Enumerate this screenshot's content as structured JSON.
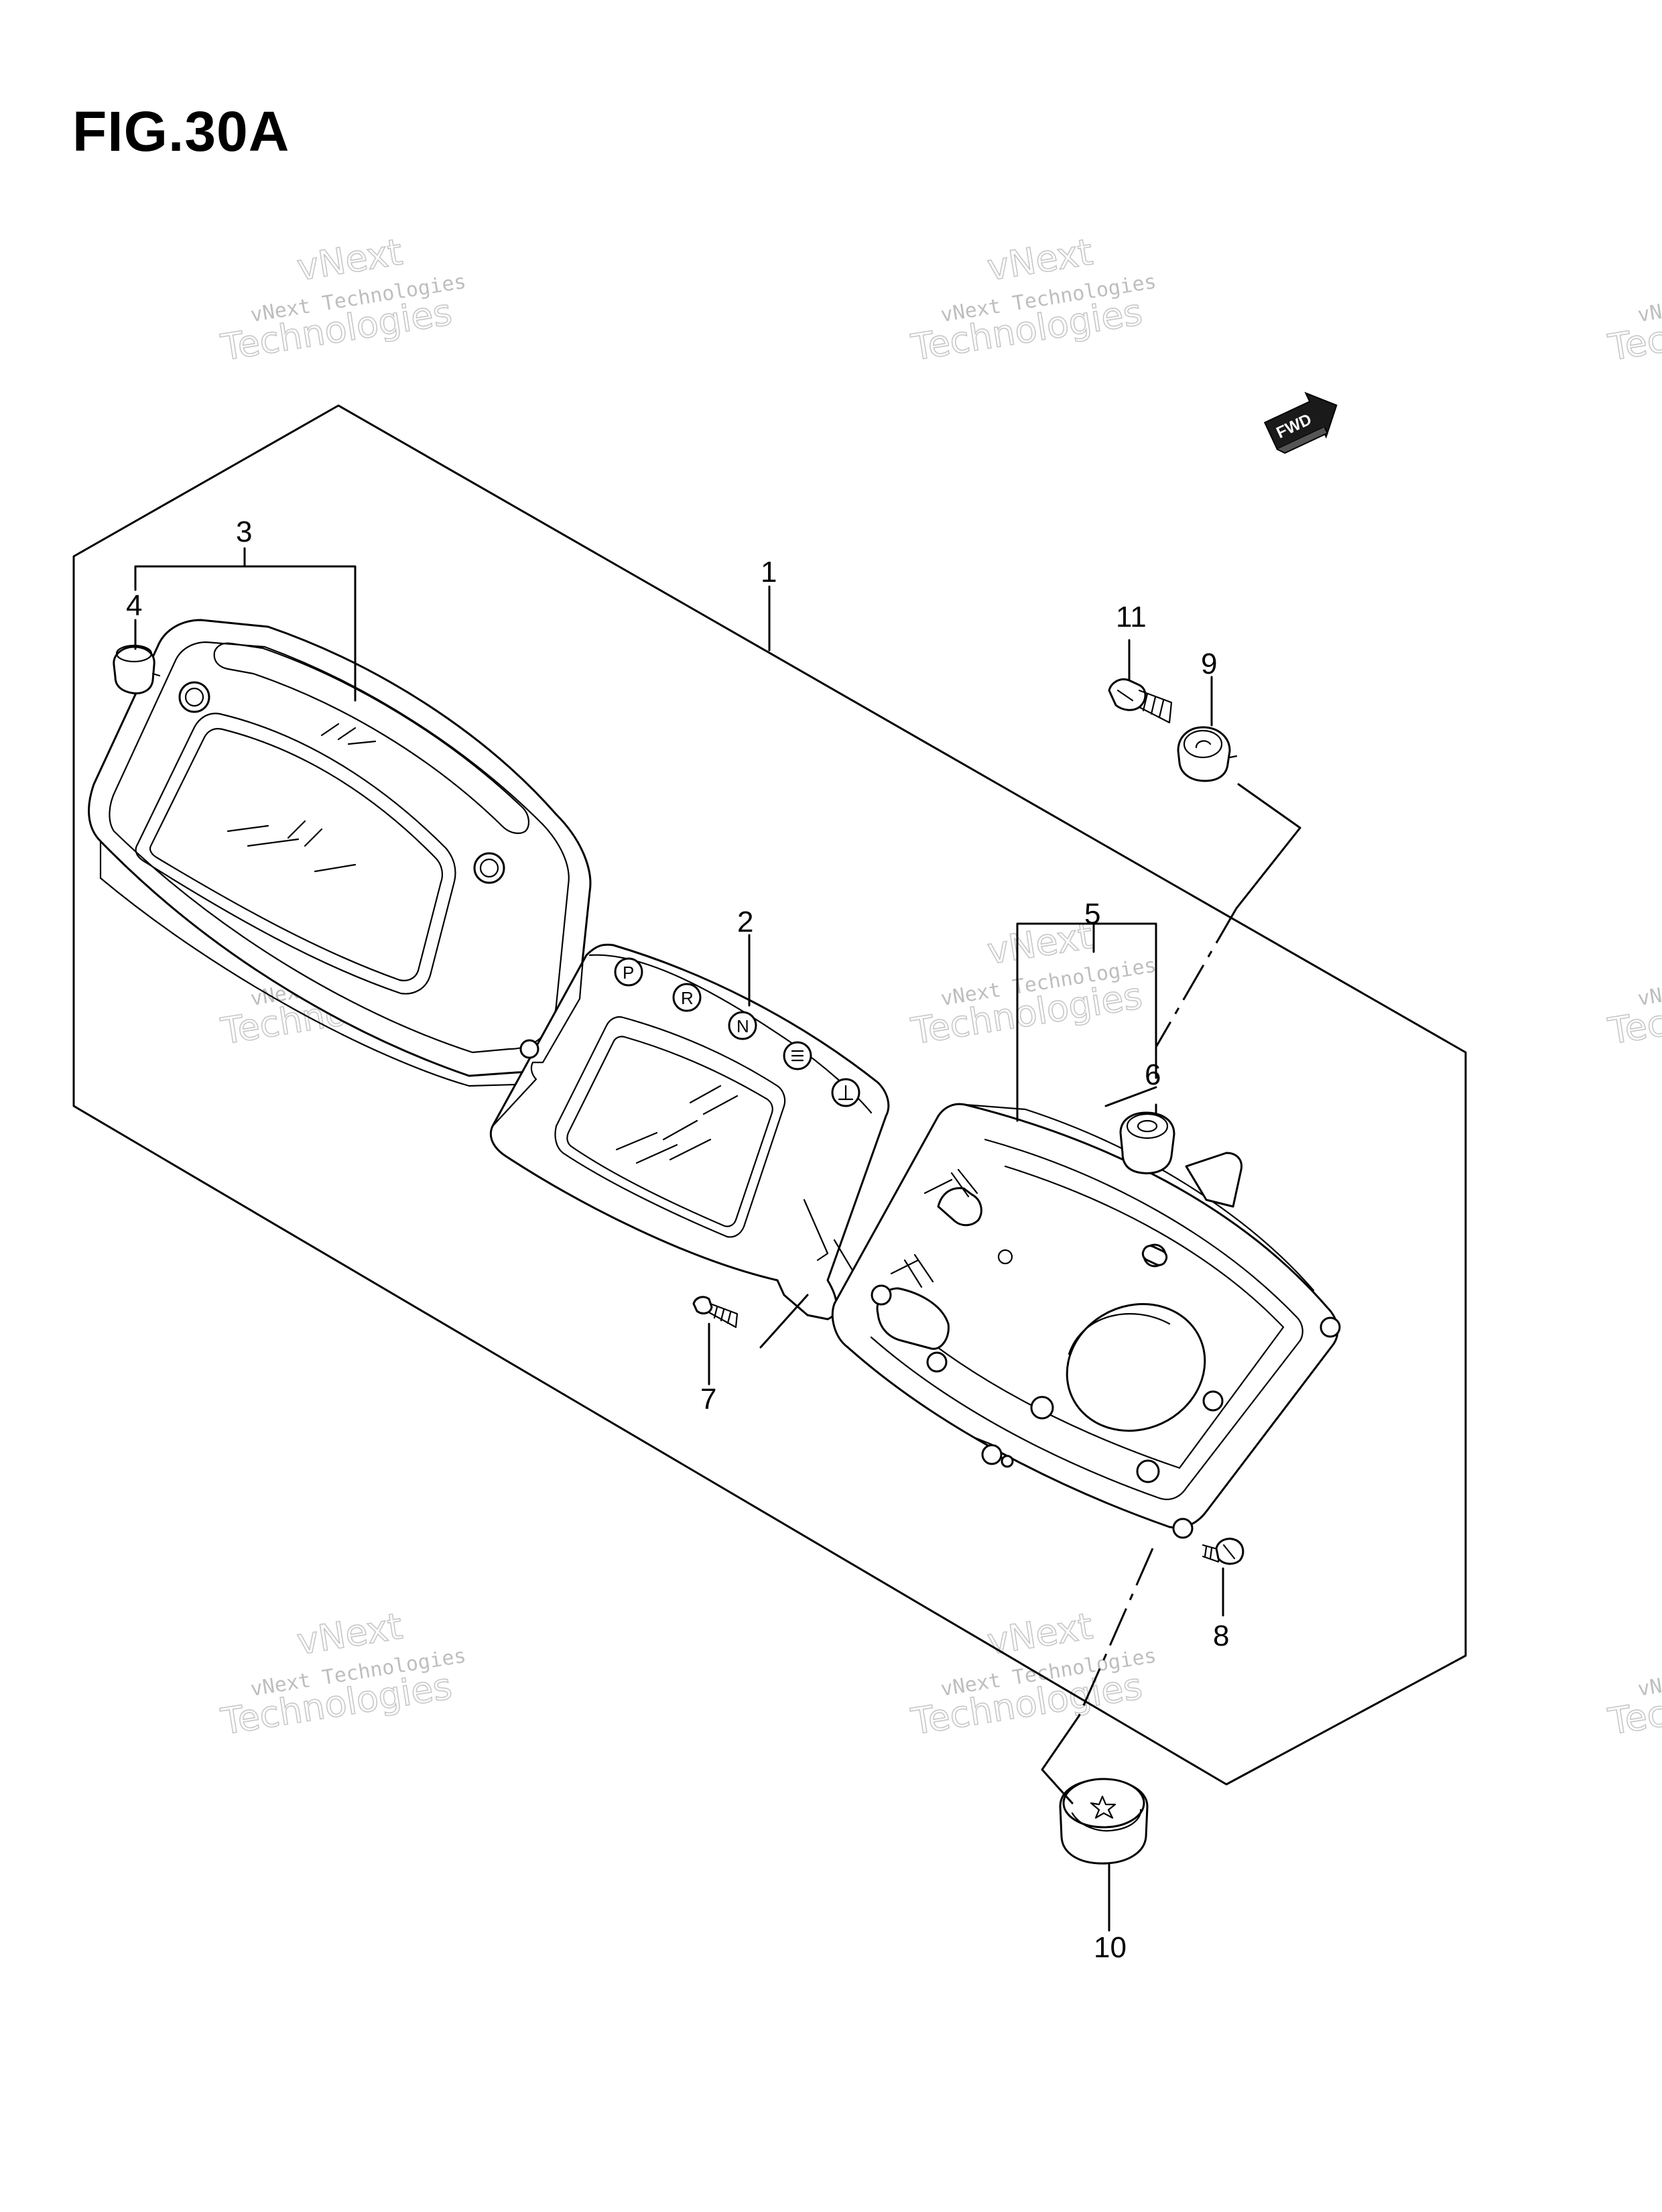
{
  "figure": {
    "title": "FIG.30A"
  },
  "direction_badge": {
    "label": "FWD"
  },
  "watermark": {
    "line1": "vNext Technologies",
    "line2": "vNext",
    "line3": "Technologies"
  },
  "gear_indicators": [
    "P",
    "R",
    "N"
  ],
  "callouts": [
    {
      "id": "callout-1",
      "label": "1"
    },
    {
      "id": "callout-2",
      "label": "2"
    },
    {
      "id": "callout-3",
      "label": "3"
    },
    {
      "id": "callout-4",
      "label": "4"
    },
    {
      "id": "callout-5",
      "label": "5"
    },
    {
      "id": "callout-6",
      "label": "6"
    },
    {
      "id": "callout-7",
      "label": "7"
    },
    {
      "id": "callout-8",
      "label": "8"
    },
    {
      "id": "callout-9",
      "label": "9"
    },
    {
      "id": "callout-10",
      "label": "10"
    },
    {
      "id": "callout-11",
      "label": "11"
    }
  ]
}
